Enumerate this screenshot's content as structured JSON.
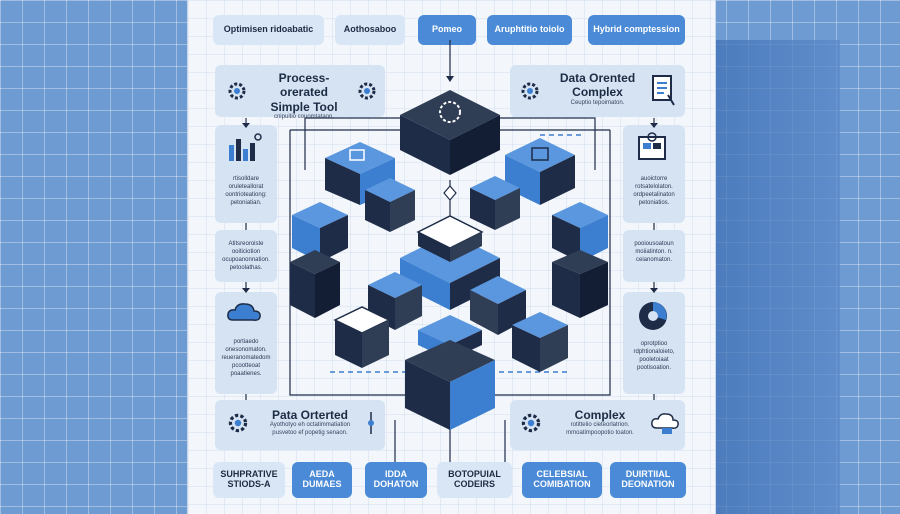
{
  "top_tabs": [
    {
      "label": "Optimisen ridoabatic",
      "style": "light"
    },
    {
      "label": "Aothosaboo",
      "style": "light"
    },
    {
      "label": "Pomeo",
      "style": "blue"
    },
    {
      "label": "Aruphtitio toiolo",
      "style": "blue"
    },
    {
      "label": "Hybrid comptession",
      "style": "blue"
    }
  ],
  "left_header": {
    "title_line1": "Process-orerated",
    "title_line2": "Simple Tool",
    "subtitle": "cnipuitio couomtataon."
  },
  "right_header": {
    "title_line1": "Data Orented",
    "title_line2": "Complex",
    "subtitle": "Ceuptio tepoimaton."
  },
  "left_cards": [
    {
      "text": "rtisolldare oruleteallorat oontrioteationg: petoniatian."
    },
    {
      "text": "Atitsreoroiste ooiticiotion ocupoanonnation. petoolathas."
    },
    {
      "text": "portiaedo onesonomaton. reueranomatedom pcootteoat poaatienes."
    }
  ],
  "right_cards": [
    {
      "text": "auoictorre rotsatelolaton. ordpeetalinaton petoniatios."
    },
    {
      "text": "pooiousoatoun moiiatinton. n. ceianomaton."
    },
    {
      "text": "oprotptioo rdphtionaloieto, pooletoiaat pootisoation."
    }
  ],
  "bottom_left": {
    "title": "Pata Orterted",
    "subtitle": "Ayothotyo eh octatimmatiation pusvetoo ef popetig senaon."
  },
  "bottom_right": {
    "title": "Complex",
    "subtitle": "rotittelio cieteorlatrion. mmoatimpoopotio toaton."
  },
  "bottom_tabs": [
    {
      "label": "SUHPRATIVE STIODS-A",
      "style": "light"
    },
    {
      "label": "AEDA DUMAES",
      "style": "blue"
    },
    {
      "label": "IDDA DOHATON",
      "style": "blue"
    },
    {
      "label": "BOTOPUIAL CODEIRS",
      "style": "light"
    },
    {
      "label": "CELEBSIAL COMIBATION",
      "style": "blue"
    },
    {
      "label": "DUIRTIIAL DEONATION",
      "style": "blue"
    }
  ]
}
